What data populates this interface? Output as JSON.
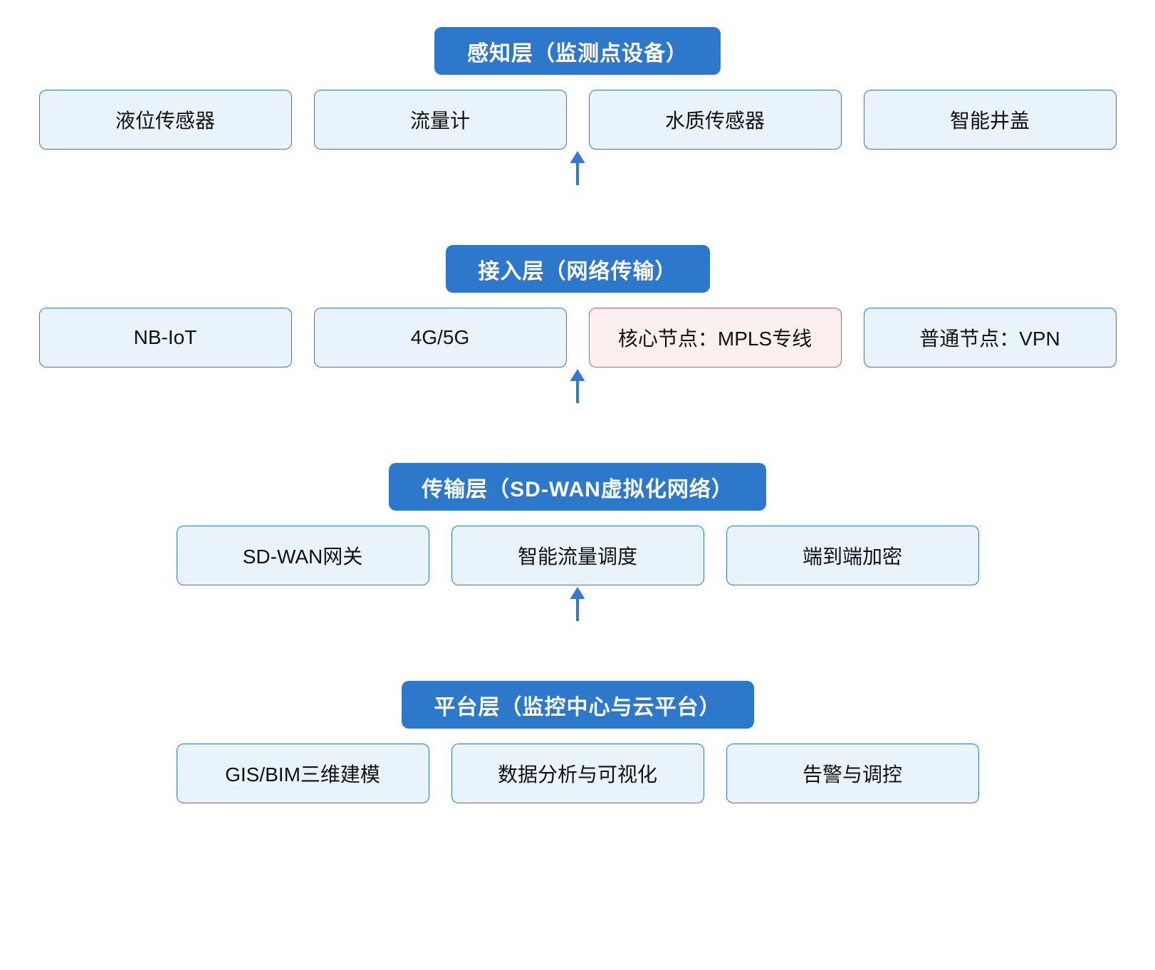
{
  "colors": {
    "header_bg": "#2E78CC",
    "header_text": "#FFFFFF",
    "box_bg": "#E8F3FB",
    "box_border": "#3578D2",
    "box_text": "#111111",
    "highlight_bg": "#FBEFEF",
    "highlight_border": "#C66060",
    "arrow": "#3876D4",
    "page_bg": "#FFFFFF"
  },
  "arrow": {
    "glyph": "↑",
    "direction": "up"
  },
  "layers": [
    {
      "title": "感知层（监测点设备）",
      "items": [
        {
          "label": "液位传感器",
          "variant": "normal"
        },
        {
          "label": "流量计",
          "variant": "normal"
        },
        {
          "label": "水质传感器",
          "variant": "normal"
        },
        {
          "label": "智能井盖",
          "variant": "normal"
        }
      ]
    },
    {
      "title": "接入层（网络传输）",
      "items": [
        {
          "label": "NB-IoT",
          "variant": "normal"
        },
        {
          "label": "4G/5G",
          "variant": "normal"
        },
        {
          "label": "核心节点：MPLS专线",
          "variant": "highlight"
        },
        {
          "label": "普通节点：VPN",
          "variant": "normal"
        }
      ]
    },
    {
      "title": "传输层（SD-WAN虚拟化网络）",
      "items": [
        {
          "label": "SD-WAN网关",
          "variant": "normal"
        },
        {
          "label": "智能流量调度",
          "variant": "normal"
        },
        {
          "label": "端到端加密",
          "variant": "normal"
        }
      ]
    },
    {
      "title": "平台层（监控中心与云平台）",
      "items": [
        {
          "label": "GIS/BIM三维建模",
          "variant": "normal"
        },
        {
          "label": "数据分析与可视化",
          "variant": "normal"
        },
        {
          "label": "告警与调控",
          "variant": "normal"
        }
      ]
    }
  ]
}
